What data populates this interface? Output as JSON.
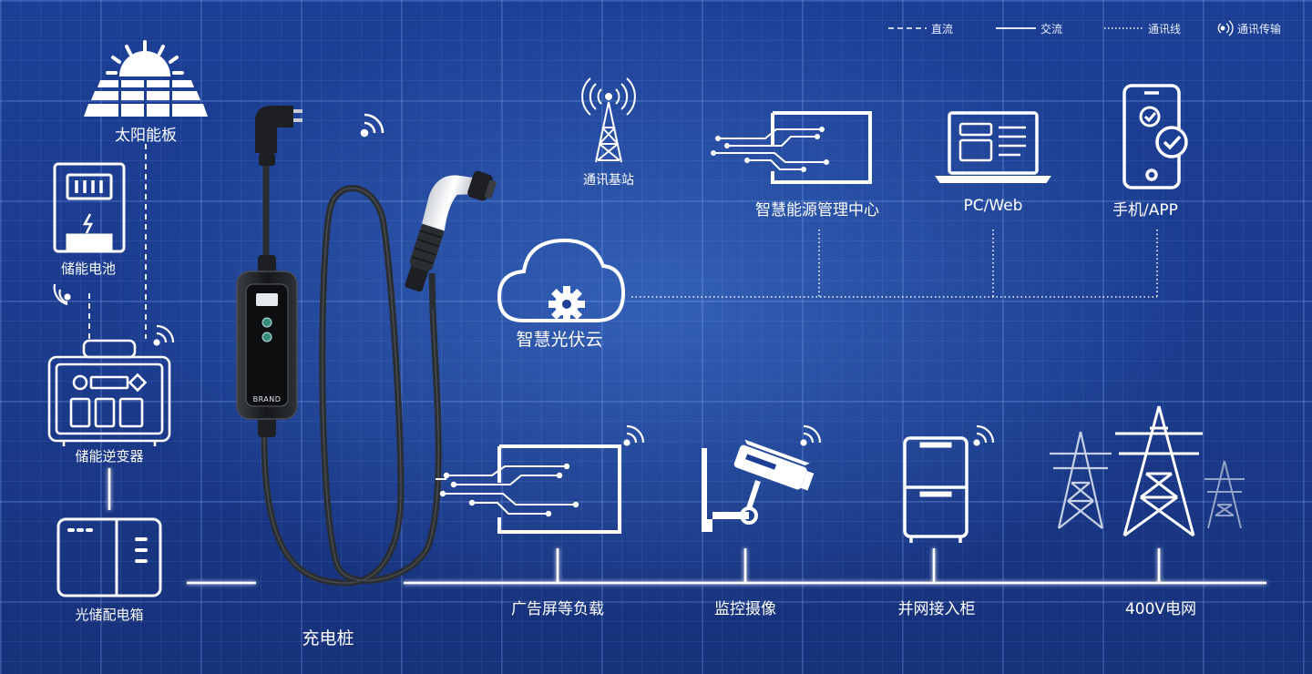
{
  "legend": {
    "dc": "直流",
    "ac": "交流",
    "comm_line": "通讯线",
    "comm_transmit": "通讯传输"
  },
  "nodes": {
    "solar_panel": "太阳能板",
    "energy_battery": "储能电池",
    "energy_inverter": "储能逆变器",
    "pv_storage_box": "光储配电箱",
    "charging_pile": "充电桩",
    "base_station": "通讯基站",
    "smart_pv_cloud": "智慧光伏云",
    "energy_center": "智慧能源管理中心",
    "pc_web": "PC/Web",
    "mobile_app": "手机/APP",
    "ad_screen": "广告屏等负载",
    "camera": "监控摄像",
    "grid_cabinet": "并网接入柜",
    "grid_400v": "400V电网"
  },
  "device": {
    "brand": "BRAND"
  },
  "colors": {
    "background": "#1c3f95",
    "line": "#ffffff",
    "glow": "#7fd0ff"
  }
}
